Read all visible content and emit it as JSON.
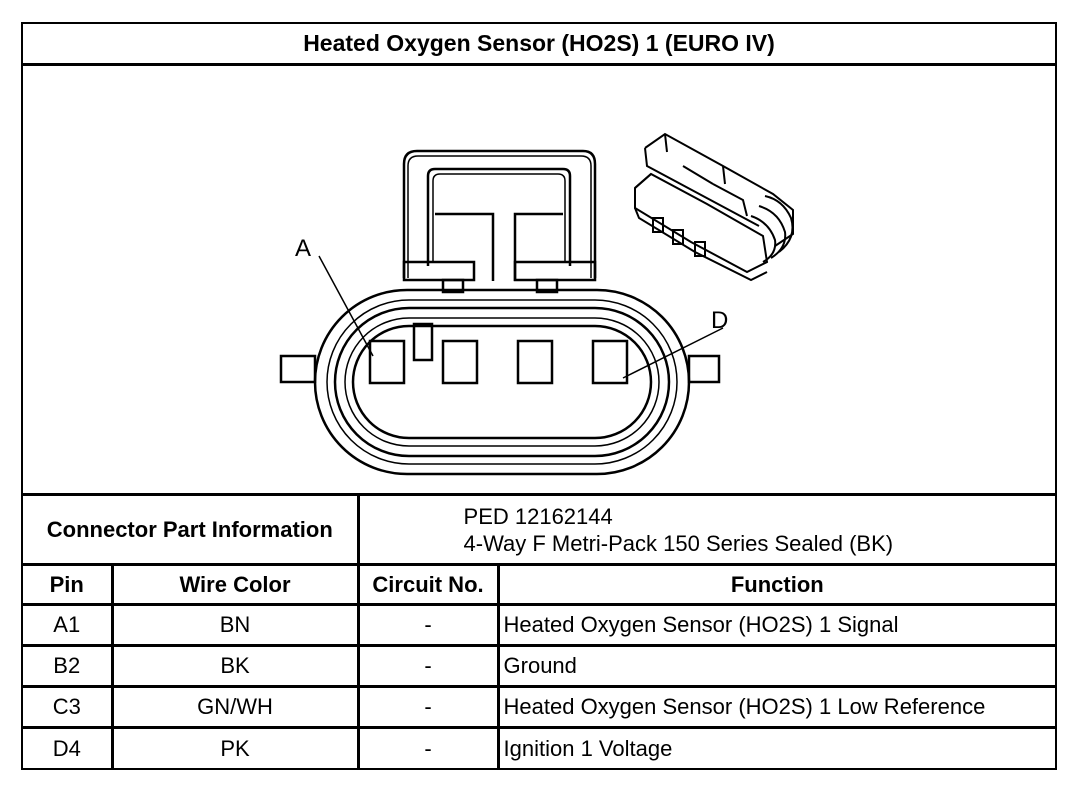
{
  "title": "Heated Oxygen Sensor (HO2S) 1 (EURO IV)",
  "drawing": {
    "callout_a": "A",
    "callout_d": "D"
  },
  "connector_info": {
    "label": "Connector Part Information",
    "part_number": "PED 12162144",
    "description": "4-Way F Metri-Pack 150 Series Sealed (BK)"
  },
  "table": {
    "headers": [
      "Pin",
      "Wire Color",
      "Circuit No.",
      "Function"
    ],
    "rows": [
      {
        "pin": "A1",
        "wire_color": "BN",
        "circuit": "-",
        "function": "Heated Oxygen Sensor (HO2S) 1 Signal"
      },
      {
        "pin": "B2",
        "wire_color": "BK",
        "circuit": "-",
        "function": "Ground"
      },
      {
        "pin": "C3",
        "wire_color": "GN/WH",
        "circuit": "-",
        "function": "Heated Oxygen Sensor (HO2S) 1 Low Reference"
      },
      {
        "pin": "D4",
        "wire_color": "PK",
        "circuit": "-",
        "function": "Ignition 1 Voltage"
      }
    ]
  }
}
